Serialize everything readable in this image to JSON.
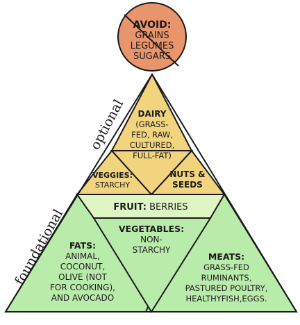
{
  "avoid": {
    "title": "AVOID:",
    "lines": [
      "GRAINS",
      "LEGUMES",
      "SUGARS"
    ]
  },
  "optional_label": "optional",
  "foundational_label": "foundational",
  "dairy": {
    "title": "DAIRY",
    "lines": [
      "(GRASS-",
      "FED, RAW,",
      "CULTURED,",
      "FULL-FAT)"
    ]
  },
  "veggies": {
    "title": "VEGGIES:",
    "sub": "STARCHY"
  },
  "nuts": {
    "line1": "NUTS &",
    "line2": "SEEDS"
  },
  "fruit": {
    "title": "FRUIT:",
    "sub": " BERRIES"
  },
  "vegetables": {
    "title": "VEGETABLES:",
    "lines": [
      "NON-",
      "STARCHY"
    ]
  },
  "fats": {
    "title": "FATS:",
    "lines": [
      "ANIMAL,",
      "COCONUT,",
      "OLIVE (NOT",
      "FOR COOKING),",
      "AND AVOCADO"
    ]
  },
  "meats": {
    "title": "MEATS:",
    "lines": [
      "GRASS-FED",
      "RUMINANTS,",
      "PASTURED POULTRY,",
      "HEALTHYFISH,EGGS."
    ]
  },
  "colors": {
    "avoid_fill": "#e8956b",
    "optional_fill": "#f2d47f",
    "foundational_fill": "#b9ecaa",
    "fruit_fill": "#dff5c4",
    "outline": "#1a1a1a"
  }
}
